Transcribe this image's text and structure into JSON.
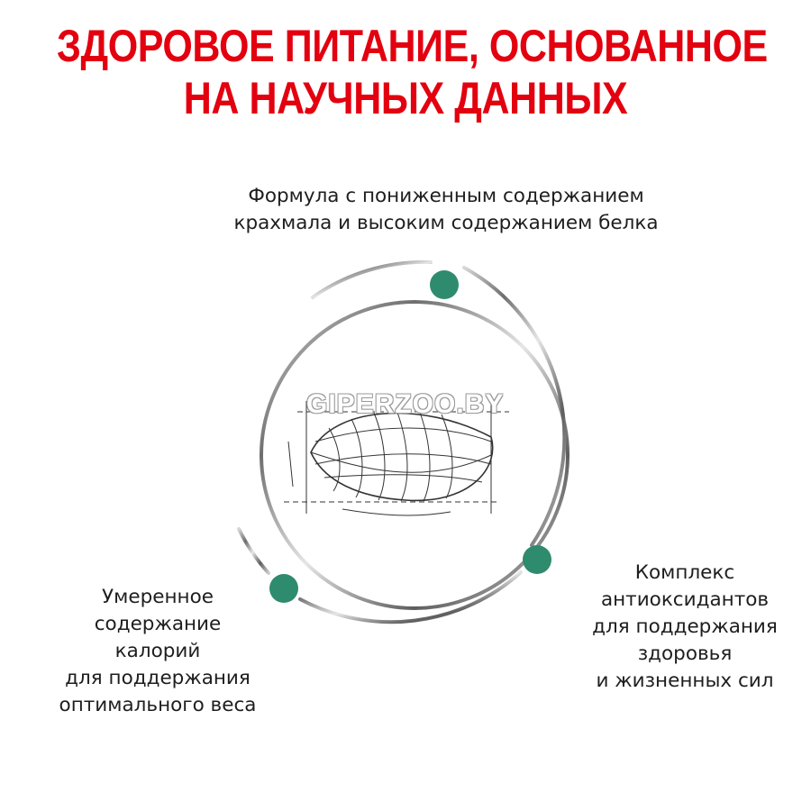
{
  "headline": {
    "line1": "ЗДОРОВОЕ ПИТАНИЕ, ОСНОВАННОЕ",
    "line2": "НА НАУЧНЫХ ДАННЫХ",
    "color": "#e3000f"
  },
  "features": [
    {
      "position": "top",
      "lines": [
        "Формула с пониженным содержанием",
        "крахмала и высоким содержанием белка"
      ]
    },
    {
      "position": "left",
      "lines": [
        "Умеренное",
        "содержание",
        "калорий",
        "для поддержания",
        "оптимального веса"
      ]
    },
    {
      "position": "right",
      "lines": [
        "Комплекс",
        "антиоксидантов",
        "для поддержания",
        "здоровья",
        "и жизненных сил"
      ]
    }
  ],
  "diagram": {
    "center_image": "kibble-sketch",
    "dot_color": "#2e8b6e",
    "ring_color": "#8a8a8a"
  },
  "watermark": "GIPERZOO.BY"
}
